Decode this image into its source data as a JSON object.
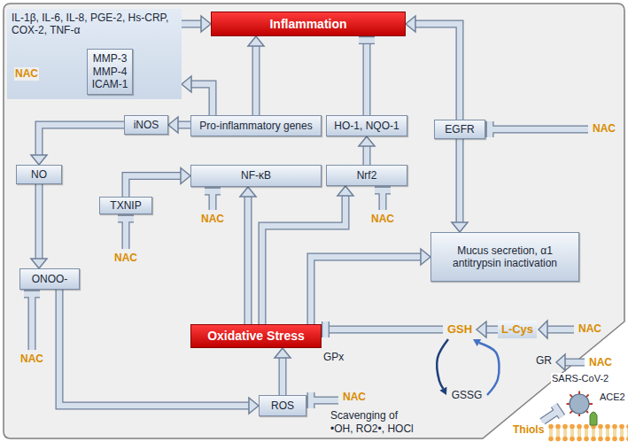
{
  "diagram": {
    "nodes": [
      {
        "text": [
          "IL-1β, IL-6, IL-8, PGE-2, Hs-CRP, COX-2, TNF-α"
        ]
      },
      {
        "text": [
          "MMP-3 MMP-4 ICAM-1"
        ],
        "in": 0
      },
      {
        "text": [
          "Inflammation"
        ]
      },
      {
        "text": [
          "iNOS"
        ]
      },
      {
        "text": [
          "Pro-inflammatory genes"
        ]
      },
      {
        "text": [
          "HO-1, NQO-1"
        ]
      },
      {
        "text": [
          "EGFR"
        ]
      },
      {
        "text": [
          "NO"
        ]
      },
      {
        "text": [
          "TXNIP"
        ]
      },
      {
        "text": [
          "NF-κB"
        ]
      },
      {
        "text": [
          "Nrf2"
        ]
      },
      {
        "text": [
          "Mucus secretion, α1 antitrypsin inactivation"
        ]
      },
      {
        "text": [
          "ONOO-"
        ]
      },
      {
        "text": [
          "Oxidative Stress"
        ]
      },
      {
        "text": [
          "GSH"
        ]
      },
      {
        "text": [
          "L-Cys"
        ]
      },
      {
        "text": [
          "GSSG"
        ]
      },
      {
        "text": [
          "ROS"
        ]
      }
    ],
    "edges": [
      {
        "from": 0,
        "to": 2,
        "arrow": "to"
      },
      {
        "from": 4,
        "to": 0,
        "arrow": "to"
      },
      {
        "from": 4,
        "to": 2,
        "arrow": "to"
      },
      {
        "from": 4,
        "to": 3,
        "arrow": "to"
      },
      {
        "from": 3,
        "to": 7,
        "arrow": "to"
      },
      {
        "from": 7,
        "to": 12,
        "arrow": "to"
      },
      {
        "from": 12,
        "to": 17,
        "arrow": "to"
      },
      {
        "from": 17,
        "to": 13,
        "arrow": "to"
      },
      {
        "from": 13,
        "to": 9,
        "arrow": "to"
      },
      {
        "from": 13,
        "to": 10,
        "arrow": "to"
      },
      {
        "from": 13,
        "to": 11,
        "arrow": "to"
      },
      {
        "from": 8,
        "to": 9,
        "arrow": "to"
      },
      {
        "from": 10,
        "to": 5,
        "arrow": "to"
      },
      {
        "from": 5,
        "to": 2,
        "arrow": "to"
      },
      {
        "from": 6,
        "to": 2,
        "arrow": "to"
      },
      {
        "from": 6,
        "to": 11,
        "arrow": "to"
      },
      {
        "from": 15,
        "to": 14,
        "arrow": "to"
      },
      {
        "from": 14,
        "to": 13,
        "arrow": "to"
      },
      {
        "from": 14,
        "to": 16,
        "arrow": "to"
      },
      {
        "from": 16,
        "to": 14,
        "arrow": "to"
      }
    ],
    "labels": [
      "NAC",
      "NAC",
      "NAC",
      "NAC",
      "NAC",
      "NAC",
      "NAC",
      "Scavenging of •OH, RO2•, HOCl",
      "GPx",
      "NAC",
      "GR",
      "NAC",
      "SARS-CoV-2",
      "ACE2",
      "Thiols"
    ]
  }
}
